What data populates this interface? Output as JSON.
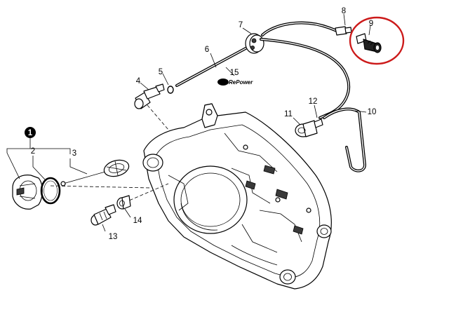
{
  "diagram": {
    "callouts": {
      "c1": "1",
      "c2": "2",
      "c3": "3",
      "c4": "4",
      "c5": "5",
      "c6": "6",
      "c7": "7",
      "c8": "8",
      "c9": "9",
      "c10": "10",
      "c11": "11",
      "c12": "12",
      "c13": "13",
      "c14": "14",
      "c15": "15"
    },
    "watermark": "RePower",
    "highlight_color": "#cc1a1a"
  }
}
